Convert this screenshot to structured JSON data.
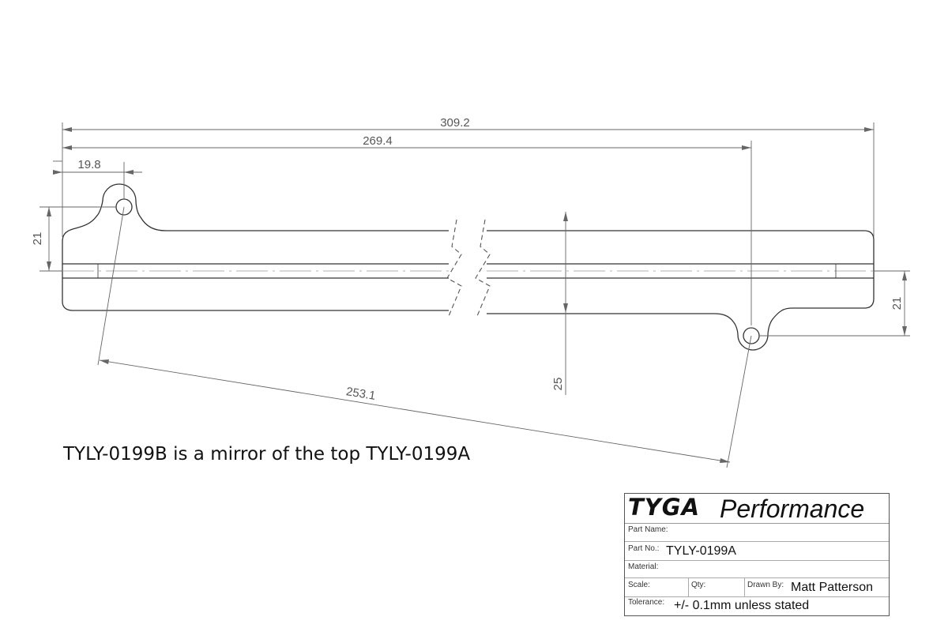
{
  "drawing": {
    "dimensions": {
      "overall_length": "309.2",
      "hole_to_hole_x": "269.4",
      "hole_offset_x": "19.8",
      "left_height": "21",
      "right_height": "21",
      "bar_height": "25",
      "hole_center_distance": "253.1"
    },
    "line_color": "#333333",
    "dim_color": "#666666"
  },
  "note": "TYLY-0199B is a mirror of the top TYLY-0199A",
  "title_block": {
    "brand": "TYGA",
    "brand_sub": "Performance",
    "part_name_label": "Part Name:",
    "part_name_value": "",
    "part_no_label": "Part No.:",
    "part_no_value": "TYLY-0199A",
    "material_label": "Material:",
    "material_value": "",
    "scale_label": "Scale:",
    "qty_label": "Qty:",
    "drawn_by_label": "Drawn By:",
    "drawn_by_value": "Matt Patterson",
    "tolerance_label": "Tolerance:",
    "tolerance_value": "+/- 0.1mm unless stated"
  }
}
